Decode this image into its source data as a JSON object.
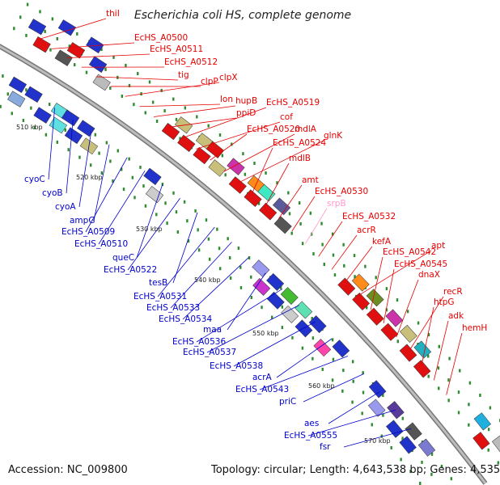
{
  "title": "Escherichia coli HS, complete genome",
  "footer": {
    "accession_label": "Accession:",
    "accession": "NC_009800",
    "topology_label": "Topology:",
    "topology": "circular",
    "length_label": "Length:",
    "length": "4,643,538 bp",
    "genes_label": "Genes:",
    "genes": "4,535"
  },
  "colors": {
    "red_labels": "#e60000",
    "blue_labels": "#0000cc",
    "pink_label": "#ff99cc",
    "backbone": "#999999"
  },
  "kbp_ticks": [
    "510 kbp",
    "520 kbp",
    "530 kbp",
    "540 kbp",
    "550 kbp",
    "560 kbp",
    "570 kbp"
  ],
  "red_labels": [
    "thiI",
    "EcHS_A0500",
    "EcHS_A0511",
    "EcHS_A0512",
    "tig",
    "clpP",
    "clpX",
    "lon",
    "hupB",
    "ppiD",
    "EcHS_A0519",
    "cof",
    "EcHS_A0520",
    "mdlA",
    "glnK",
    "EcHS_A0524",
    "mdlB",
    "amt",
    "EcHS_A0530",
    "srpB",
    "EcHS_A0532",
    "acrR",
    "kefA",
    "apt",
    "EcHS_A0542",
    "EcHS_A0545",
    "dnaX",
    "recR",
    "htpG",
    "adk",
    "hemH"
  ],
  "blue_labels": [
    "cyoC",
    "cyoB",
    "cyoA",
    "ampG",
    "EcHS_A0509",
    "EcHS_A0510",
    "queC",
    "EcHS_A0522",
    "tesB",
    "EcHS_A0531",
    "EcHS_A0533",
    "EcHS_A0534",
    "maa",
    "EcHS_A0536",
    "EcHS_A0537",
    "EcHS_A0538",
    "acrA",
    "EcHS_A0543",
    "priC",
    "aes",
    "EcHS_A0555",
    "fsr"
  ]
}
